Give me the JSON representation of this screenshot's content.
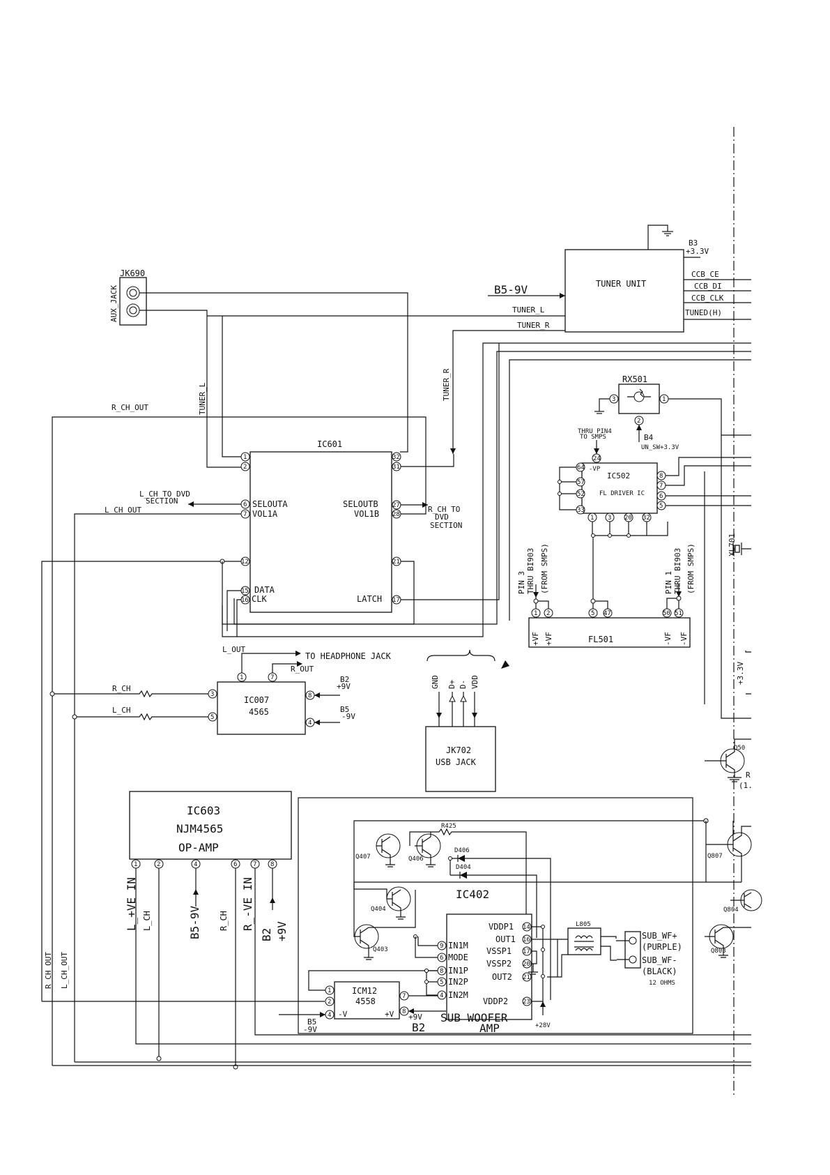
{
  "jk690": {
    "name": "JK690",
    "aux": "AUX_JACK"
  },
  "tuner": {
    "title": "TUNER UNIT",
    "b5": "B5-9V",
    "b3": "B3",
    "b3v": "+3.3V",
    "ce": "CCB_CE",
    "di": "CCB_DI",
    "clk": "CCB_CLK",
    "tuned": "TUNED(H)",
    "tl": "TUNER_L",
    "tr": "TUNER_R"
  },
  "wire_labels": {
    "tuner_l_v": "TUNER_L",
    "tuner_r_v": "TUNER_R",
    "r_ch_out": "R_CH_OUT",
    "l_ch_dvd": "L_CH TO DVD",
    "section": "SECTION",
    "l_ch_out": "L_CH_OUT",
    "r_ch_to": "R_CH TO",
    "dvd": "DVD",
    "section2": "SECTION",
    "l_out": "L_OUT",
    "r_out": "R_OUT",
    "to_hp": "TO HEADPHONE JACK",
    "r_ch": "R_CH",
    "l_ch": "L_CH"
  },
  "ic601": {
    "name": "IC601",
    "selouta": "SELOUTA",
    "vol1a": "VOL1A",
    "seloutb": "SELOUTB",
    "vol1b": "VOL1B",
    "data": "DATA",
    "clk": "CLK",
    "latch": "LATCH",
    "pins": {
      "p1": "1",
      "p2": "2",
      "p6": "6",
      "p7": "7",
      "p12": "12",
      "p15": "15",
      "p16": "16",
      "p32": "32",
      "p31": "31",
      "p27": "27",
      "p28": "28",
      "p21": "21",
      "p17": "17"
    }
  },
  "ic007": {
    "name": "IC007",
    "part": "4565",
    "b2": "B2",
    "b2v": "+9V",
    "b5": "B5",
    "b5v": "-9V",
    "pins": {
      "p1": "1",
      "p7": "7",
      "p3": "3",
      "p5": "5",
      "p8": "8",
      "p4": "4"
    }
  },
  "rx501": {
    "name": "RX501",
    "b4": "B4",
    "b4v": "UN_SW+3.3V",
    "pins": {
      "p3": "3",
      "p2": "2",
      "p1": "1"
    }
  },
  "ic502": {
    "name": "IC502",
    "desc": "FL DRIVER IC",
    "thru": "THRU PIN4",
    "tosmps": "TO SMPS",
    "vp": "-VP",
    "pins": {
      "p24": "24",
      "p64": "64",
      "p57": "57",
      "p52": "52",
      "p33": "33",
      "p8": "8",
      "p7": "7",
      "p6": "6",
      "p5": "5",
      "b1": "1",
      "b3": "3",
      "b20": "20",
      "b32": "32"
    }
  },
  "fl501": {
    "name": "FL501",
    "vf1": "+VF",
    "vf2": "+VF",
    "vf3": "-VF",
    "vf4": "-VF",
    "pin3": "PIN 3",
    "thru1": "THRU BI903",
    "from1": "(FROM SMPS)",
    "pin1": "PIN 1",
    "thru2": "THRU BI903",
    "from2": "(FROM SMPS)",
    "pins": {
      "p1": "1",
      "p2": "2",
      "p5": "5",
      "p47": "47",
      "p50": "50",
      "p51": "51"
    }
  },
  "jk702": {
    "name": "JK702",
    "desc": "USB JACK",
    "gnd": "GND",
    "dp": "D+",
    "dm": "D-",
    "vdd": "VDD"
  },
  "ic603": {
    "name": "IC603",
    "part": "NJM4565",
    "desc": "OP-AMP",
    "b5": "B5-9V",
    "b2": "B2",
    "b2v": "+9V",
    "lve": "L_+VE IN",
    "lch": "L_CH",
    "rch": "R_CH",
    "rve": "R_-VE IN",
    "pins": {
      "p1": "1",
      "p2": "2",
      "p4": "4",
      "p6": "6",
      "p7": "7",
      "p8": "8"
    }
  },
  "left_labels": {
    "rco": "R_CH_OUT",
    "lco": "L_CH_OUT"
  },
  "subwoofer": {
    "r425": "R425",
    "q407": "Q407",
    "q406": "Q406",
    "d406": "D406",
    "d404": "D404",
    "ic402": "IC402",
    "q404": "Q404",
    "q403": "Q403",
    "in1m": "IN1M",
    "mode": "MODE",
    "in1p": "IN1P",
    "in2p": "IN2P",
    "in2m": "IN2M",
    "vddp1": "VDDP1",
    "out1": "OUT1",
    "vssp1": "VSSP1",
    "vssp2": "VSSP2",
    "out2": "OUT2",
    "vddp2": "VDDP2",
    "l805": "L805",
    "wfp": "SUB_WF+",
    "purple": "(PURPLE)",
    "wfm": "SUB_WF-",
    "black": "(BLACK)",
    "ohms": "12 OHMS",
    "icm12": "ICM12",
    "icm_part": "4558",
    "vm": "-V",
    "vp": "+V",
    "p9v": "+9V",
    "b2": "B2",
    "b5": "B5",
    "b5v": "-9V",
    "sub1": "SUB WOOFER",
    "sub2": "AMP",
    "v28": "+28V",
    "pins": {
      "p9": "9",
      "p6": "6",
      "p8": "8",
      "p5": "5",
      "p4": "4",
      "p14": "14",
      "p16": "16",
      "p17": "17",
      "p20": "20",
      "p21": "21",
      "p23": "23",
      "m1": "1",
      "m2": "2",
      "m4": "4",
      "m7": "7",
      "m8": "8"
    }
  },
  "right_edge": {
    "xl701": "XL701",
    "v33": "+3.3V",
    "q50": "Q50",
    "r": "R",
    "r1": "(1.",
    "q807": "Q807",
    "q804": "Q804",
    "q803": "Q803"
  }
}
